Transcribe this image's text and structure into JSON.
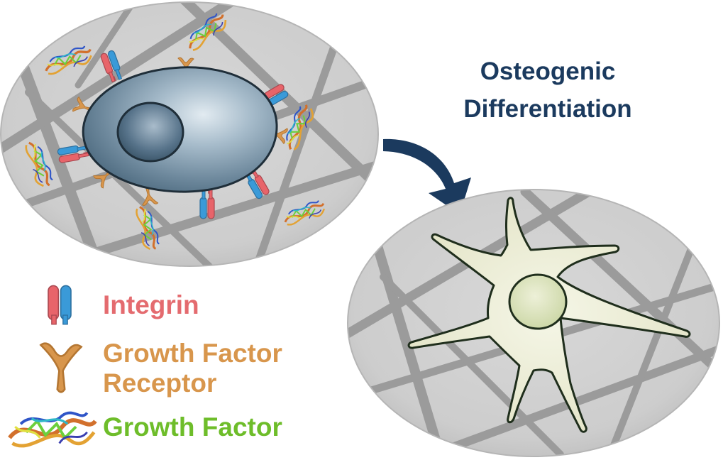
{
  "title": {
    "line1": "Osteogenic",
    "line2": "Differentiation"
  },
  "legend": {
    "integrin": "Integrin",
    "receptor_line1": "Growth Factor",
    "receptor_line2": "Receptor",
    "growth_factor": "Growth Factor"
  },
  "colors": {
    "title": "#1b3a5e",
    "arrow": "#1b3a5e",
    "integrin_text": "#e46b6f",
    "receptor_text": "#d8964c",
    "growth_factor_text": "#6ebd2a",
    "integrin_red": "#e8646a",
    "integrin_blue": "#3a9ad8",
    "receptor": "#d8964c",
    "matrix_bg": "#d2d2d2",
    "fiber": "#9a9a9a",
    "stem_cell": "#5f7d92",
    "osteoblast": "#ecedd6"
  },
  "icons": {
    "stem_cell": "stem-cell-icon",
    "osteoblast": "osteoblast-icon",
    "integrin": "integrin-icon",
    "receptor": "receptor-icon",
    "growth_factor": "growth-factor-protein-icon",
    "arrow": "curved-arrow-icon"
  }
}
